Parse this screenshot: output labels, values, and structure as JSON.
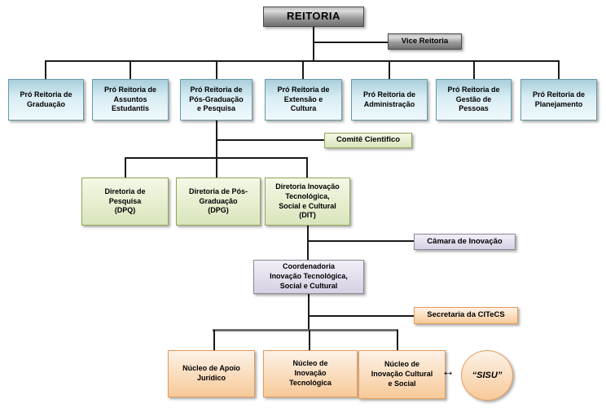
{
  "colors": {
    "background": "#ffffff",
    "text": "#000000",
    "line_black": "#1a1a1a",
    "line_gray": "#6e6e6e",
    "box_gray_border": "#4a4a4a",
    "box_blue_top": "#a9cedb",
    "box_blue_bottom": "#f0f9fc",
    "box_blue_border": "#679aa9",
    "box_green_top": "#f4f8e6",
    "box_green_bottom": "#d9e5bc",
    "box_green_border": "#91a556",
    "box_purple_top": "#f2eff7",
    "box_purple_bottom": "#d6cfe3",
    "box_purple_border": "#8c8799",
    "box_orange_top": "#fdf2e7",
    "box_orange_bottom": "#f7c998",
    "box_orange_border": "#e49a5b"
  },
  "org": {
    "reitoria": {
      "label": "REITORIA"
    },
    "vice_reitoria": {
      "label": "Vice Reitoria"
    },
    "pro_reitorias": [
      {
        "label": "Pró Reitoria de\nGraduação"
      },
      {
        "label": "Pró Reitoria de\nAssuntos\nEstudantis"
      },
      {
        "label": "Pró Reitoria de\nPós-Graduação\ne Pesquisa"
      },
      {
        "label": "Pró Reitoria de\nExtensão e\nCultura"
      },
      {
        "label": "Pró Reitoria de\nAdministração"
      },
      {
        "label": "Pró Reitoria de\nGestão de\nPessoas"
      },
      {
        "label": "Pró Reitoria de\nPlanejamento"
      }
    ],
    "comite": {
      "label": "Comitê Cientifico"
    },
    "diretorias": [
      {
        "label": "Diretoria de\nPesquisa\n(DPQ)"
      },
      {
        "label": "Diretoria de Pós-\nGraduação\n(DPG)"
      },
      {
        "label": "Diretoria Inovação\nTecnológica,\nSocial e Cultural\n(DIT)"
      }
    ],
    "camara": {
      "label": "Câmara de Inovação"
    },
    "coordenadoria": {
      "label": "Coordenadoria\nInovação Tecnológica,\nSocial e Cultural"
    },
    "secretaria": {
      "label": "Secretaria da CITeCS"
    },
    "nucleos": [
      {
        "label": "Núcleo de Apoio\nJurídico"
      },
      {
        "label": "Núcleo de\nInovação\nTecnológica"
      },
      {
        "label": "Núcleo de\nInovação Cultural\ne Social"
      }
    ],
    "sisu": {
      "label": "“SISU”"
    },
    "link_arrow": {
      "glyph": "↔"
    }
  }
}
